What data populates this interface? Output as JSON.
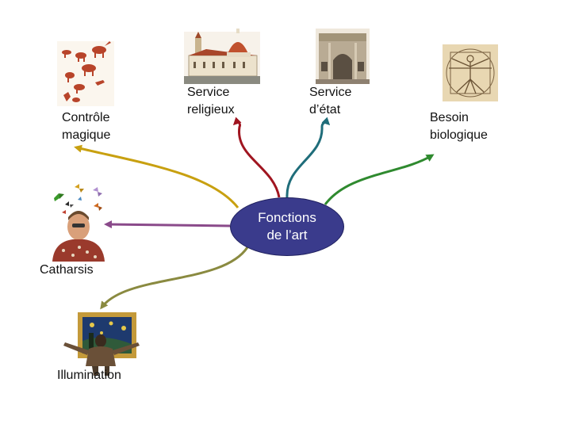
{
  "center": {
    "line1": "Fonctions",
    "line2": "de l’art"
  },
  "branches": [
    {
      "id": "controle-magique",
      "line1": "Contrôle",
      "line2": "magique",
      "color": "#c8a010"
    },
    {
      "id": "service-religieux",
      "line1": "Service",
      "line2": "religieux",
      "color": "#a01520"
    },
    {
      "id": "service-etat",
      "line1": "Service",
      "line2": "d’état",
      "color": "#1f6d7a"
    },
    {
      "id": "besoin-biologique",
      "line1": "Besoin",
      "line2": "biologique",
      "color": "#2f8a2f"
    },
    {
      "id": "catharsis",
      "line1": "Catharsis",
      "color": "#8a4a8a"
    },
    {
      "id": "illumination",
      "line1": "Illumination",
      "color": "#8a8a40"
    }
  ],
  "images": [
    {
      "branch": "controle-magique",
      "icon": "cave-painting-icon"
    },
    {
      "branch": "service-religieux",
      "icon": "cathedral-icon"
    },
    {
      "branch": "service-etat",
      "icon": "triumphal-arch-icon"
    },
    {
      "branch": "besoin-biologique",
      "icon": "vitruvian-man-icon"
    },
    {
      "branch": "catharsis",
      "icon": "man-with-butterflies-icon"
    },
    {
      "branch": "illumination",
      "icon": "man-before-painting-icon"
    }
  ]
}
